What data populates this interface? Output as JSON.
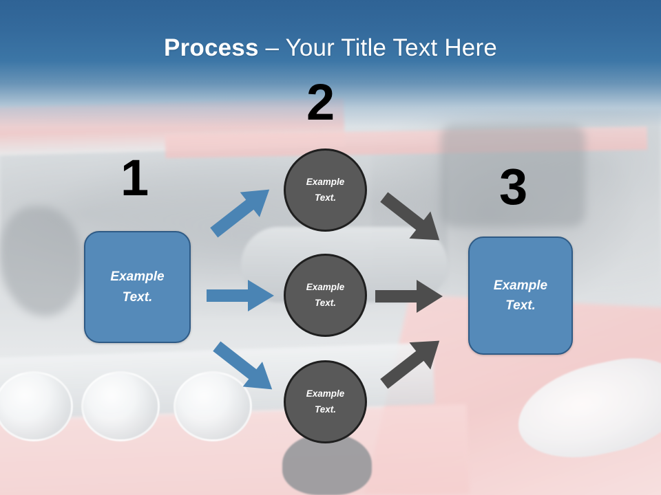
{
  "slide": {
    "title_bold": "Process",
    "title_rest": " – Your Title Text Here",
    "background_description": "car-engine-bay-photo",
    "colors": {
      "header_blue_top": "#2f6395",
      "header_blue_bottom": "#3c76a6",
      "box_fill": "#558ab9",
      "box_border": "#2e5a85",
      "circle_fill": "#595959",
      "circle_border": "#1f1f1f",
      "arrow_blue": "#4a84b4",
      "arrow_gray": "#4d4d4d",
      "number_color": "#000000",
      "text_color": "#ffffff"
    }
  },
  "steps": [
    {
      "number": "1"
    },
    {
      "number": "2"
    },
    {
      "number": "3"
    }
  ],
  "boxes": {
    "left": {
      "line1": "Example",
      "line2": "Text."
    },
    "right": {
      "line1": "Example",
      "line2": "Text."
    }
  },
  "circles": [
    {
      "line1": "Example",
      "line2": "Text."
    },
    {
      "line1": "Example",
      "line2": "Text."
    },
    {
      "line1": "Example",
      "line2": "Text."
    }
  ],
  "arrows": [
    {
      "id": "blue-up-right",
      "color": "#4a84b4",
      "direction": "up-right"
    },
    {
      "id": "blue-right",
      "color": "#4a84b4",
      "direction": "right"
    },
    {
      "id": "blue-down-right",
      "color": "#4a84b4",
      "direction": "down-right"
    },
    {
      "id": "gray-down-right",
      "color": "#4d4d4d",
      "direction": "down-right"
    },
    {
      "id": "gray-right",
      "color": "#4d4d4d",
      "direction": "right"
    },
    {
      "id": "gray-up-right",
      "color": "#4d4d4d",
      "direction": "up-right"
    }
  ]
}
